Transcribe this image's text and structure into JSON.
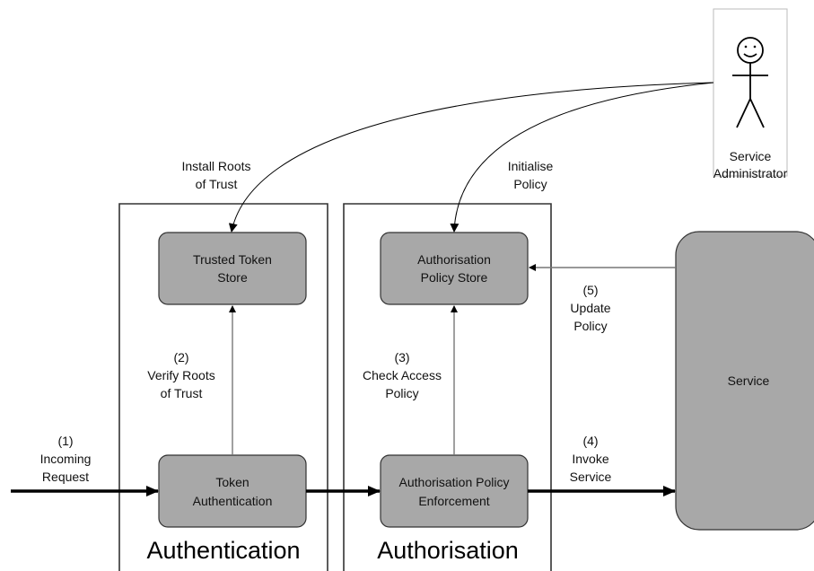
{
  "groups": {
    "authentication": "Authentication",
    "authorisation": "Authorisation"
  },
  "boxes": {
    "trusted_token_store": [
      "Trusted Token",
      "Store"
    ],
    "token_authentication": [
      "Token",
      "Authentication"
    ],
    "authorisation_policy_store": [
      "Authorisation",
      "Policy Store"
    ],
    "authorisation_policy_enforcement": [
      "Authorisation Policy",
      "Enforcement"
    ],
    "service": "Service"
  },
  "actor": {
    "name": [
      "Service",
      "Administrator"
    ]
  },
  "steps": {
    "incoming_request": [
      "(1)",
      "Incoming",
      "Request"
    ],
    "verify_roots": [
      "(2)",
      "Verify Roots",
      "of Trust"
    ],
    "check_access": [
      "(3)",
      "Check Access",
      "Policy"
    ],
    "invoke_service": [
      "(4)",
      "Invoke",
      "Service"
    ],
    "update_policy": [
      "(5)",
      "Update",
      "Policy"
    ]
  },
  "annotations": {
    "install_roots": [
      "Install Roots",
      "of Trust"
    ],
    "initialise_policy": [
      "Initialise",
      "Policy"
    ]
  },
  "colors": {
    "box_fill": "#a8a8a8",
    "box_stroke": "#333333",
    "line": "#000000",
    "thin_line": "#777777",
    "actor_border": "#bbbbbb"
  }
}
